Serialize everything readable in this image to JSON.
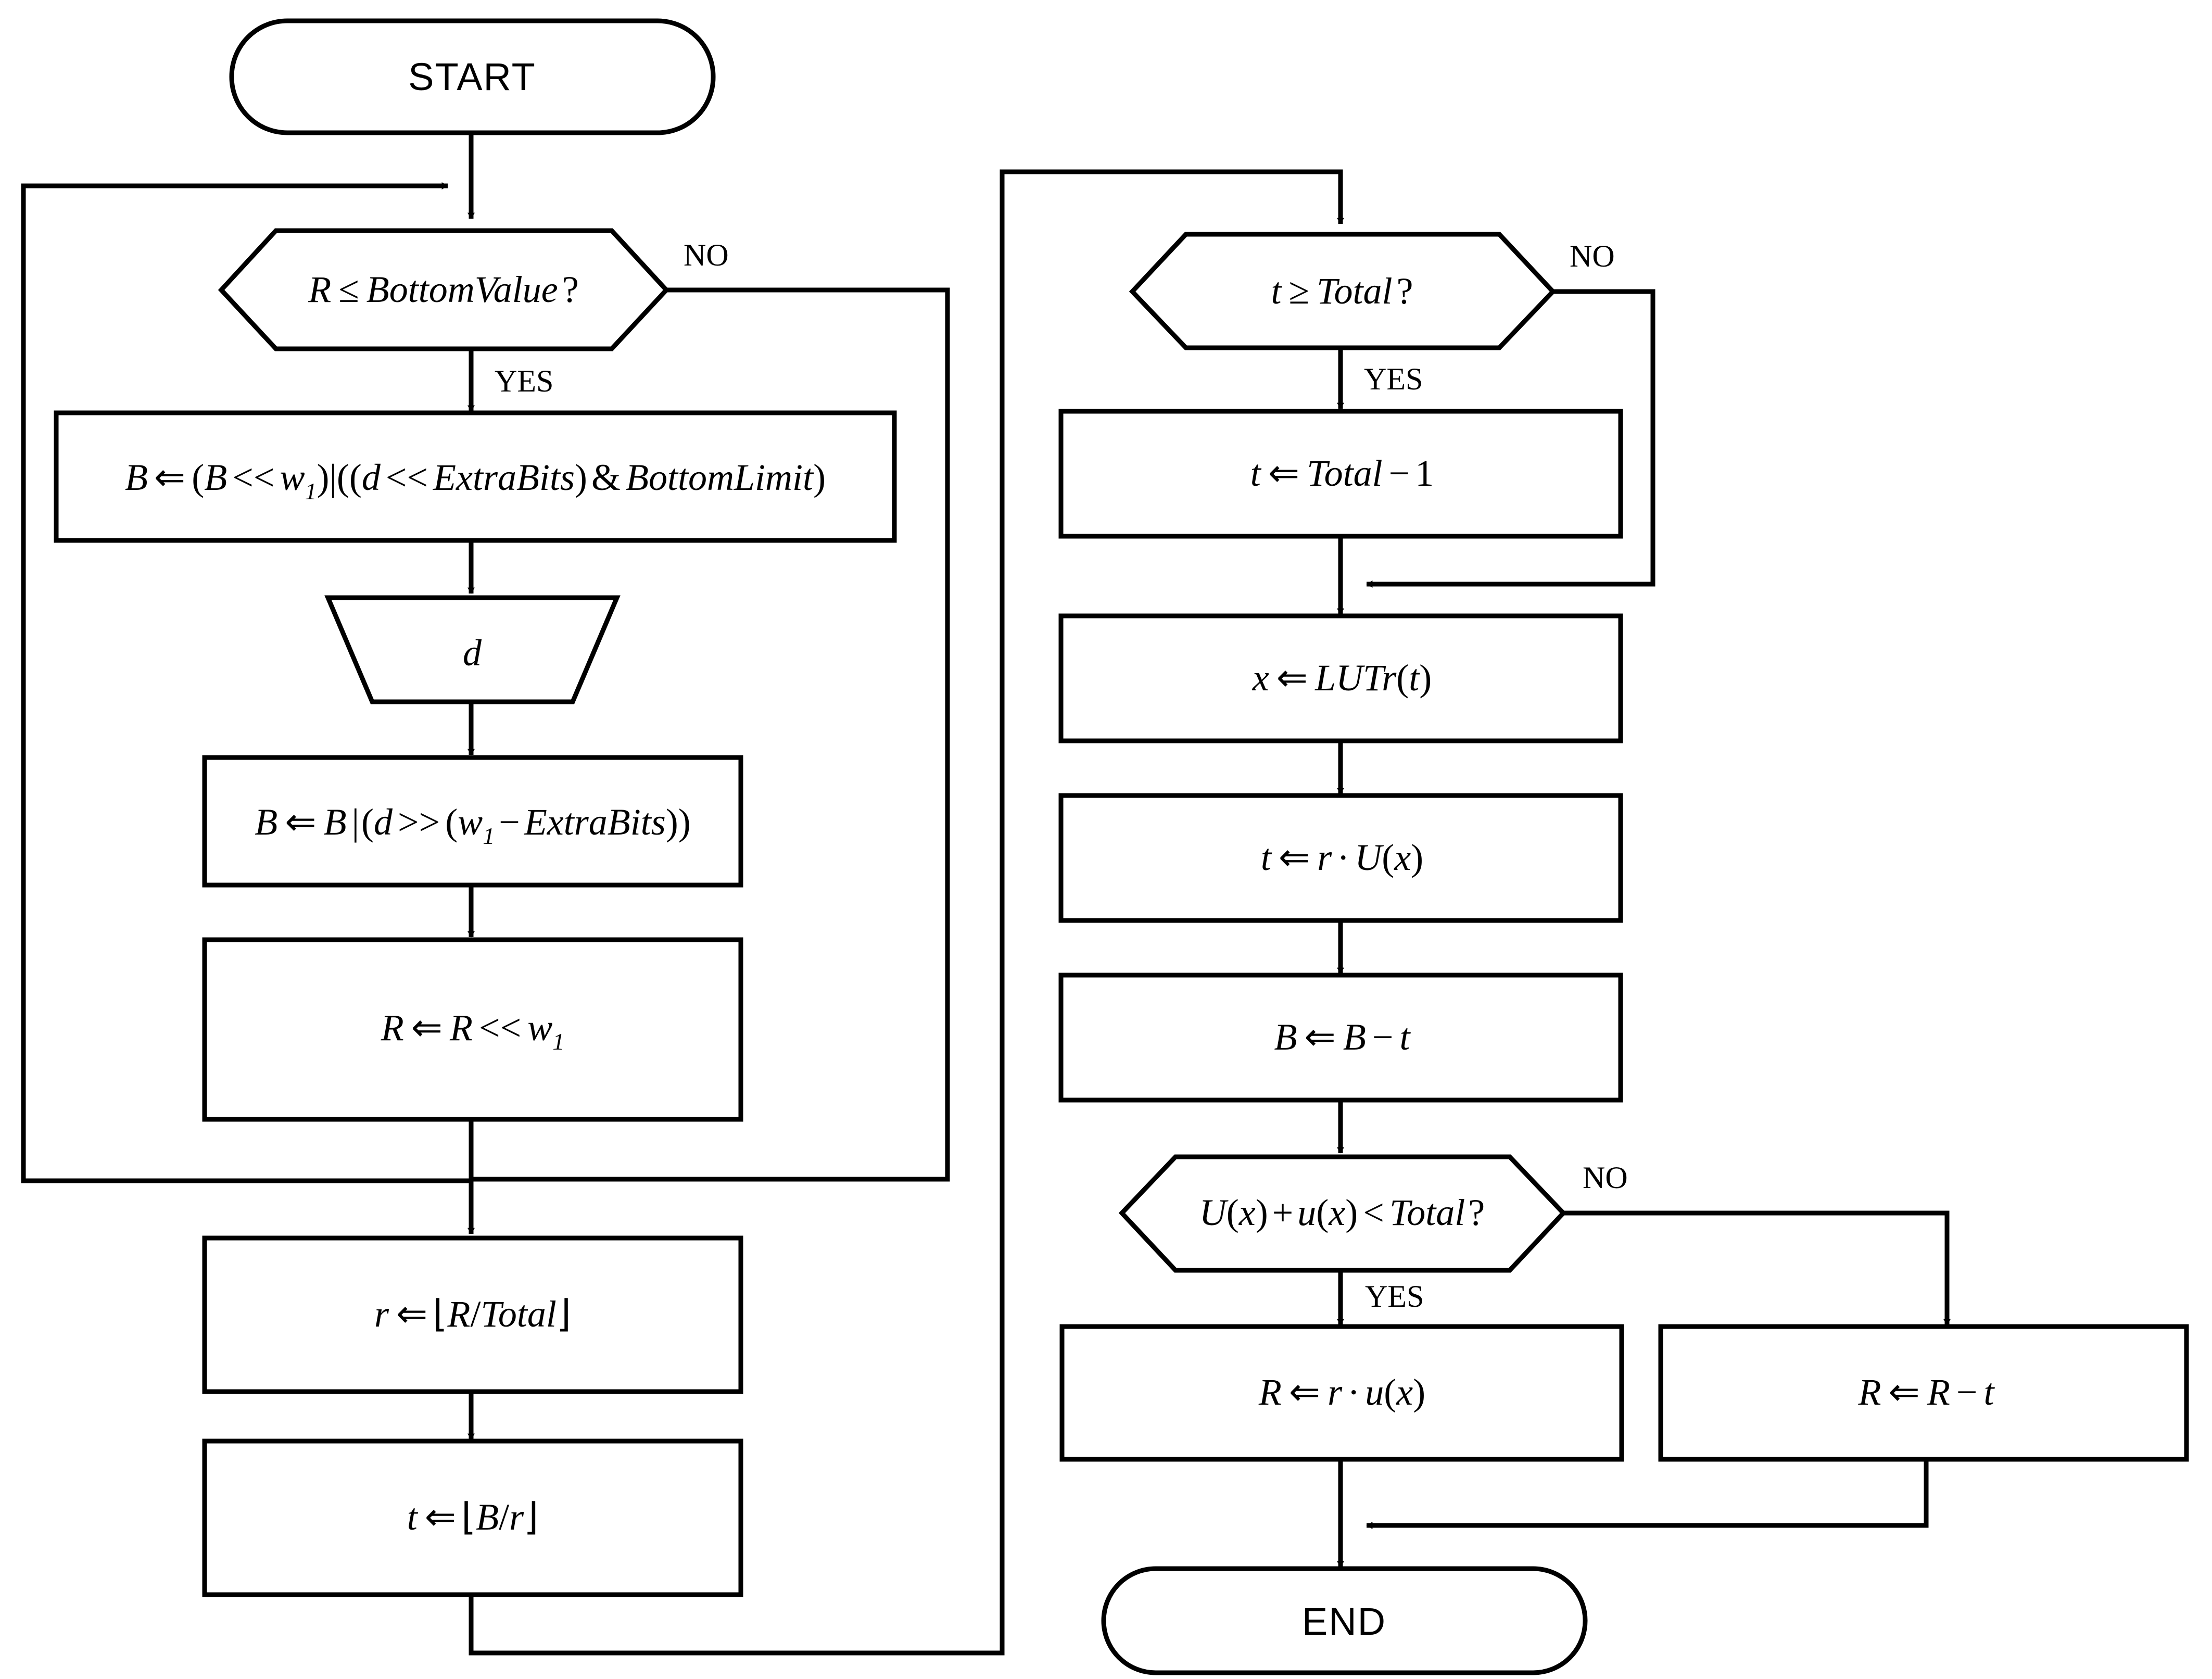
{
  "diagram": {
    "title": "rANS decoding flowchart",
    "colors": {
      "stroke": "#000000",
      "fill": "#ffffff",
      "background": "#ffffff"
    },
    "edge_labels": {
      "yes": "YES",
      "no": "NO"
    }
  },
  "nodes": {
    "start": {
      "id": "start",
      "type": "terminator",
      "label": "START"
    },
    "dec_bottom": {
      "id": "dec_bottom",
      "type": "decision",
      "label": "R ≤ BottomValue ?",
      "lhs": "R",
      "op": "≤",
      "rhs": "BottomValue",
      "q": "?"
    },
    "b_shift": {
      "id": "b_shift",
      "type": "process",
      "label": "B ⇐ (B << w₁) | ((d << ExtraBits) & BottomLimit)"
    },
    "read_d": {
      "id": "read_d",
      "type": "input",
      "label": "d"
    },
    "b_or": {
      "id": "b_or",
      "type": "process",
      "label": "B ⇐ B | (d >> (w₁ − ExtraBits))"
    },
    "r_shift": {
      "id": "r_shift",
      "type": "process",
      "label": "R ⇐ R << w₁"
    },
    "r_div": {
      "id": "r_div",
      "type": "process",
      "label": "r ⇐ ⌊R / Total⌋"
    },
    "t_div": {
      "id": "t_div",
      "type": "process",
      "label": "t ⇐ ⌊B / r⌋"
    },
    "dec_total": {
      "id": "dec_total",
      "type": "decision",
      "label": "t ≥ Total ?"
    },
    "t_total_m1": {
      "id": "t_total_m1",
      "type": "process",
      "label": "t ⇐ Total − 1"
    },
    "x_lutr": {
      "id": "x_lutr",
      "type": "process",
      "label": "x ⇐ LUTr(t)"
    },
    "t_r_u": {
      "id": "t_r_u",
      "type": "process",
      "label": "t ⇐ r · U(x)"
    },
    "b_minus_t": {
      "id": "b_minus_t",
      "type": "process",
      "label": "B ⇐ B − t"
    },
    "dec_u": {
      "id": "dec_u",
      "type": "decision",
      "label": "U(x) + u(x) < Total ?"
    },
    "r_mul_u": {
      "id": "r_mul_u",
      "type": "process",
      "label": "R ⇐ r · u(x)"
    },
    "r_minus_t": {
      "id": "r_minus_t",
      "type": "process",
      "label": "R ⇐ R − t"
    },
    "end": {
      "id": "end",
      "type": "terminator",
      "label": "END"
    }
  },
  "edges": [
    {
      "from": "start",
      "to": "dec_bottom",
      "label": ""
    },
    {
      "from": "dec_bottom",
      "to": "b_shift",
      "label": "YES"
    },
    {
      "from": "dec_bottom",
      "to": "r_div",
      "label": "NO"
    },
    {
      "from": "b_shift",
      "to": "read_d",
      "label": ""
    },
    {
      "from": "read_d",
      "to": "b_or",
      "label": ""
    },
    {
      "from": "b_or",
      "to": "r_shift",
      "label": ""
    },
    {
      "from": "r_shift",
      "to": "dec_bottom",
      "label": ""
    },
    {
      "from": "r_div",
      "to": "t_div",
      "label": ""
    },
    {
      "from": "t_div",
      "to": "dec_total",
      "label": ""
    },
    {
      "from": "dec_total",
      "to": "t_total_m1",
      "label": "YES"
    },
    {
      "from": "dec_total",
      "to": "x_lutr",
      "label": "NO"
    },
    {
      "from": "t_total_m1",
      "to": "x_lutr",
      "label": ""
    },
    {
      "from": "x_lutr",
      "to": "t_r_u",
      "label": ""
    },
    {
      "from": "t_r_u",
      "to": "b_minus_t",
      "label": ""
    },
    {
      "from": "b_minus_t",
      "to": "dec_u",
      "label": ""
    },
    {
      "from": "dec_u",
      "to": "r_mul_u",
      "label": "YES"
    },
    {
      "from": "dec_u",
      "to": "r_minus_t",
      "label": "NO"
    },
    {
      "from": "r_mul_u",
      "to": "end",
      "label": ""
    },
    {
      "from": "r_minus_t",
      "to": "end",
      "label": ""
    }
  ],
  "text": {
    "start": "START",
    "end": "END",
    "yes1": "YES",
    "no1": "NO",
    "yes2": "YES",
    "no2": "NO",
    "yes3": "YES",
    "no3": "NO",
    "d": "d",
    "dec_bottom_lhs": "R",
    "dec_bottom_op": "≤",
    "dec_bottom_rhs": "BottomValue",
    "dec_bottom_q": "?",
    "dec_total_lhs": "t",
    "dec_total_op": "≥",
    "dec_total_rhs": "Total",
    "dec_total_q": "?",
    "dec_u_text": "U(x) + u(x) < Total ?"
  }
}
